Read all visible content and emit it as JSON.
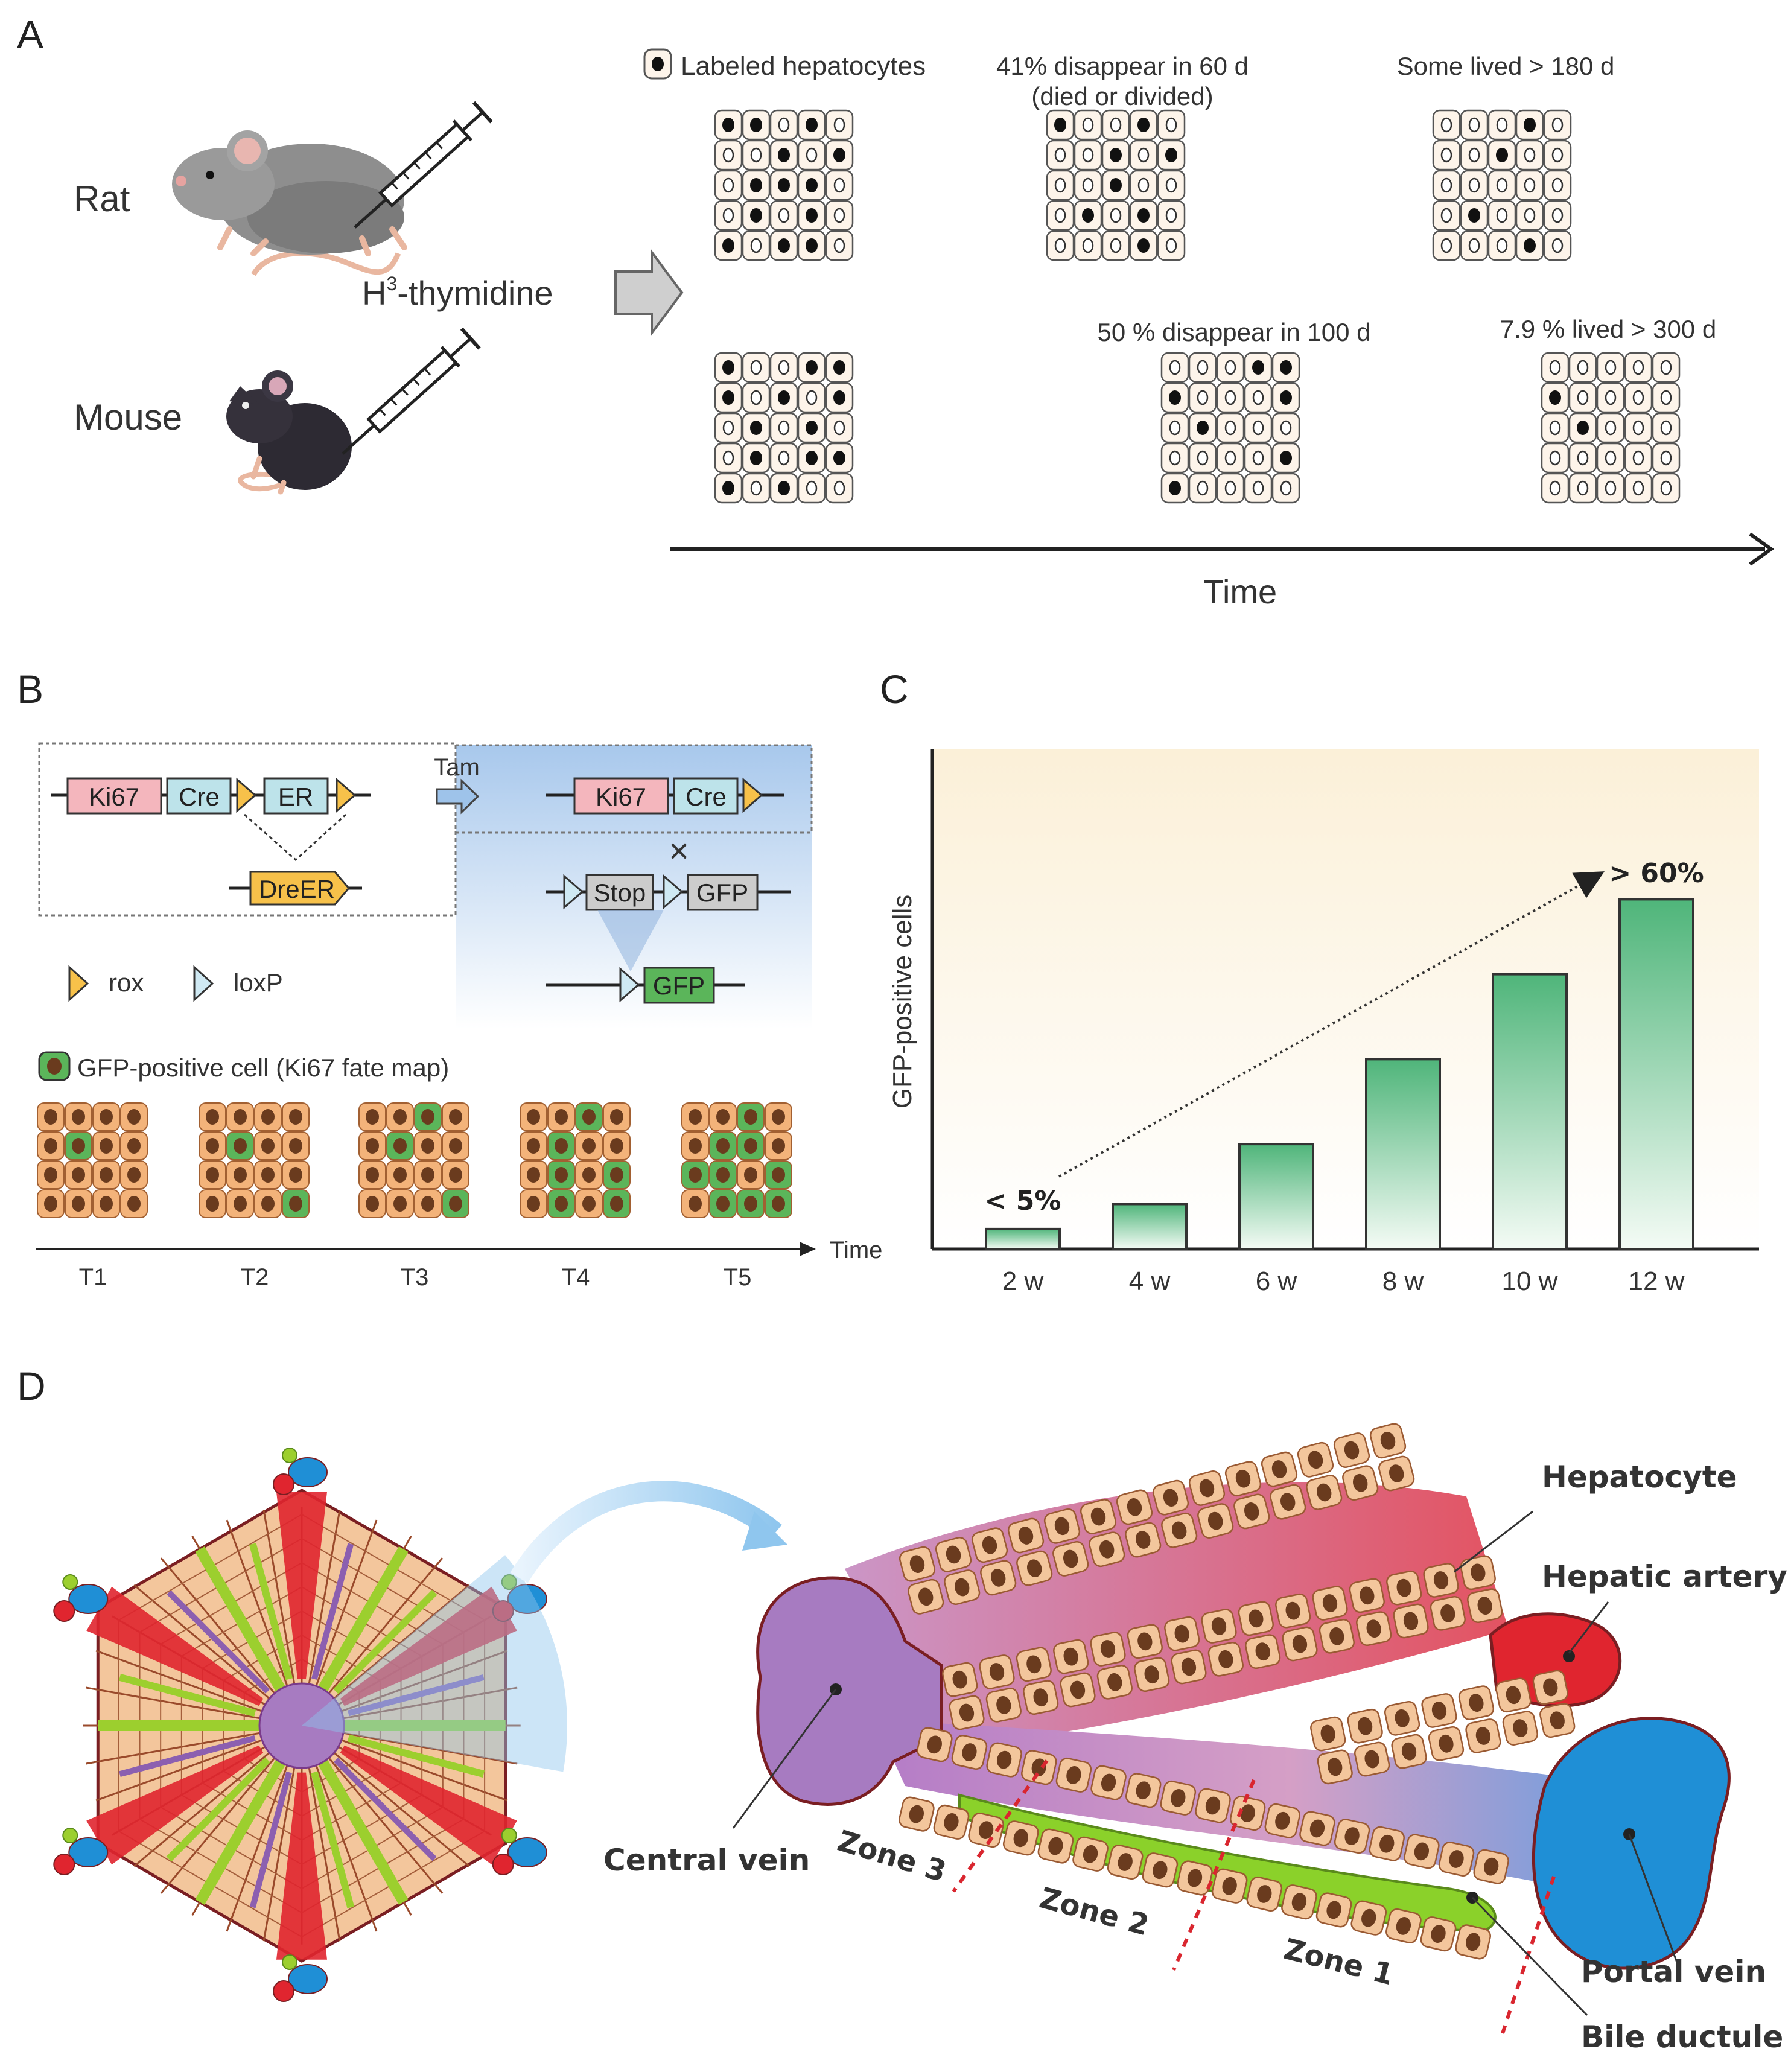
{
  "panels": {
    "a": "A",
    "b": "B",
    "c": "C",
    "d": "D"
  },
  "panel_a": {
    "rat_label": "Rat",
    "mouse_label": "Mouse",
    "tracer_main": "H",
    "tracer_sup": "3",
    "tracer_rest": "-thymidine",
    "legend_text": "Labeled hepatocytes",
    "rat_note_1_line1": "41% disappear in 60 d",
    "rat_note_1_line2": "(died  or divided)",
    "rat_note_2": "Some lived > 180 d",
    "mouse_note_1": "50 % disappear in 100 d",
    "mouse_note_2": "7.9 % lived > 300 d",
    "time_label": "Time",
    "grids": [
      [
        1,
        1,
        0,
        1,
        0,
        0,
        0,
        1,
        0,
        1,
        0,
        1,
        1,
        1,
        0,
        0,
        1,
        0,
        1,
        0,
        1,
        0,
        1,
        1,
        0
      ],
      [
        1,
        0,
        0,
        1,
        0,
        0,
        0,
        1,
        0,
        1,
        0,
        0,
        1,
        0,
        0,
        0,
        1,
        0,
        1,
        0,
        0,
        0,
        0,
        1,
        0
      ],
      [
        0,
        0,
        0,
        1,
        0,
        0,
        0,
        1,
        0,
        0,
        0,
        0,
        0,
        0,
        0,
        0,
        1,
        0,
        0,
        0,
        0,
        0,
        0,
        1,
        0
      ],
      [
        1,
        0,
        0,
        1,
        1,
        1,
        0,
        1,
        0,
        1,
        0,
        1,
        0,
        1,
        0,
        0,
        1,
        0,
        1,
        1,
        1,
        0,
        1,
        0,
        0
      ],
      [
        0,
        0,
        0,
        1,
        1,
        1,
        0,
        0,
        0,
        1,
        0,
        1,
        0,
        0,
        0,
        0,
        0,
        0,
        0,
        1,
        1,
        0,
        0,
        0,
        0
      ],
      [
        0,
        0,
        0,
        0,
        0,
        1,
        0,
        0,
        0,
        0,
        0,
        1,
        0,
        0,
        0,
        0,
        0,
        0,
        0,
        0,
        0,
        0,
        0,
        0,
        0
      ]
    ]
  },
  "panel_b": {
    "constructs": {
      "ki67": "Ki67",
      "cre": "Cre",
      "er": "ER",
      "dreer": "DreER",
      "tam": "Tam",
      "stop": "Stop",
      "gfp": "GFP",
      "cross": "×"
    },
    "legend_rox": "rox",
    "legend_loxp": "loxP",
    "legend_gfp": "GFP-positive cell (Ki67 fate map)",
    "time_label": "Time",
    "timepoints": [
      "T1",
      "T2",
      "T3",
      "T4",
      "T5"
    ],
    "gfp_grids": [
      [
        0,
        0,
        0,
        0,
        0,
        1,
        0,
        0,
        0,
        0,
        0,
        0,
        0,
        0,
        0,
        0
      ],
      [
        0,
        0,
        0,
        0,
        0,
        1,
        0,
        0,
        0,
        0,
        0,
        0,
        0,
        0,
        0,
        1
      ],
      [
        0,
        0,
        1,
        0,
        0,
        1,
        0,
        0,
        0,
        0,
        0,
        0,
        0,
        0,
        0,
        1
      ],
      [
        0,
        0,
        1,
        0,
        0,
        1,
        0,
        0,
        0,
        1,
        0,
        1,
        0,
        1,
        0,
        1
      ],
      [
        0,
        0,
        1,
        0,
        0,
        1,
        1,
        0,
        1,
        1,
        0,
        1,
        0,
        1,
        1,
        1
      ]
    ],
    "colors": {
      "ki67": "#f4b6bd",
      "cre": "#bde3ea",
      "er": "#bde3ea",
      "dreer": "#f7c14a",
      "gfp": "#5bb55a",
      "stop": "#cccccc"
    }
  },
  "chart_data": {
    "type": "bar",
    "categories": [
      "2 w",
      "4 w",
      "6 w",
      "8 w",
      "10 w",
      "12 w"
    ],
    "values": [
      4,
      9,
      21,
      38,
      55,
      70
    ],
    "ylabel": "GFP-positive cells",
    "xlabel": "",
    "ylim": [
      0,
      100
    ],
    "annotations": [
      "< 5%",
      "> 60%"
    ],
    "grid": false
  },
  "panel_d": {
    "labels": {
      "hepatocyte": "Hepatocyte",
      "hepatic_artery": "Hepatic artery",
      "central_vein": "Central vein",
      "portal_vein": "Portal vein",
      "bile_ductule": "Bile ductule",
      "zone3": "Zone 3",
      "zone2": "Zone 2",
      "zone1": "Zone 1"
    },
    "colors": {
      "central_vein": "#a77bc1",
      "portal_vein": "#1f8fd6",
      "artery": "#e0252f",
      "bile": "#8bd12a",
      "cell": "#f3c69c"
    }
  }
}
